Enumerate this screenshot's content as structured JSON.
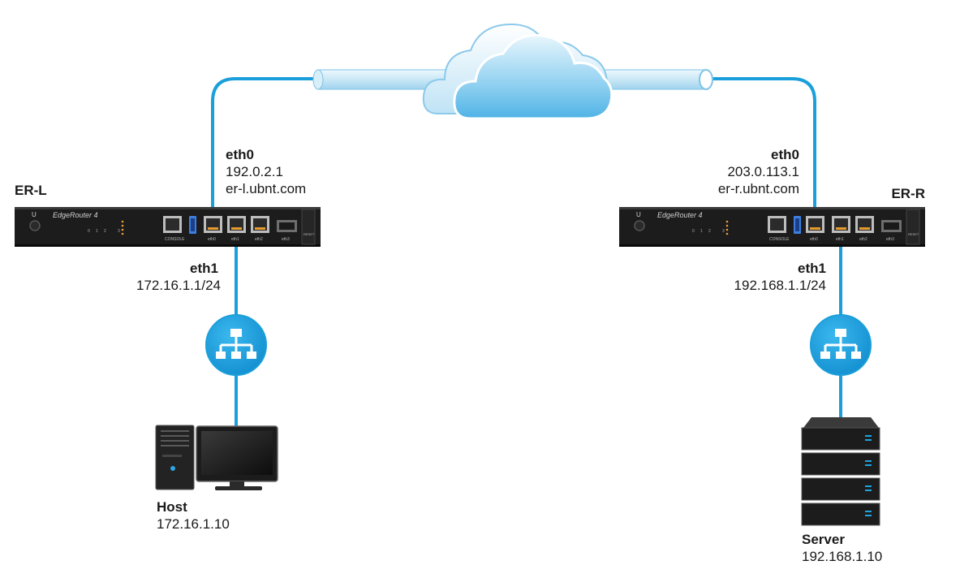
{
  "colors": {
    "link": "#1b9fda",
    "cloud_light": "#d5ecf7",
    "cloud_dark": "#7cc6ea",
    "switch": "#1ea4e0",
    "device": "#1c1c1c"
  },
  "cloud": {
    "icon": "cloud-icon"
  },
  "er_l": {
    "name": "ER-L",
    "model": "EdgeRouter 4",
    "ports": [
      "CONSOLE",
      "eth0",
      "eth1",
      "eth2",
      "eth3"
    ],
    "reset": "RESET",
    "led_numbers": [
      "0",
      "1",
      "2",
      "3"
    ],
    "eth0": {
      "name": "eth0",
      "ip": "192.0.2.1",
      "host": "er-l.ubnt.com"
    },
    "eth1": {
      "name": "eth1",
      "ip": "172.16.1.1/24"
    }
  },
  "er_r": {
    "name": "ER-R",
    "model": "EdgeRouter 4",
    "ports": [
      "CONSOLE",
      "eth0",
      "eth1",
      "eth2",
      "eth3"
    ],
    "reset": "RESET",
    "led_numbers": [
      "0",
      "1",
      "2",
      "3"
    ],
    "eth0": {
      "name": "eth0",
      "ip": "203.0.113.1",
      "host": "er-r.ubnt.com"
    },
    "eth1": {
      "name": "eth1",
      "ip": "192.168.1.1/24"
    }
  },
  "switch_left": {
    "icon": "network-switch-icon"
  },
  "switch_right": {
    "icon": "network-switch-icon"
  },
  "host": {
    "name": "Host",
    "ip": "172.16.1.10",
    "icon": "desktop-computer-icon"
  },
  "server": {
    "name": "Server",
    "ip": "192.168.1.10",
    "icon": "server-rack-icon"
  }
}
